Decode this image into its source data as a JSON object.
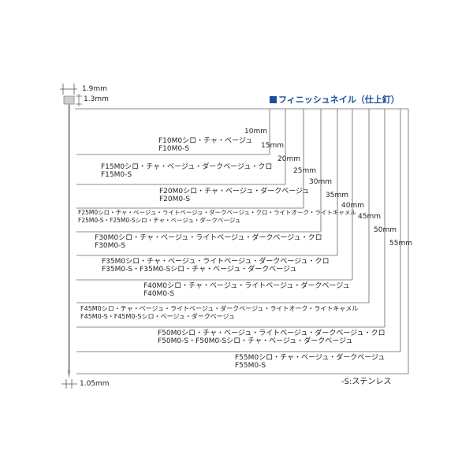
{
  "title": "フィニッシュネイル（仕上釘）",
  "dims": {
    "head_width": "1.9mm",
    "head_thickness": "1.3mm",
    "shank_dia": "1.05mm"
  },
  "legend_note": "-S:ステンレス",
  "rows": [
    {
      "length": "10mm",
      "line1": "F10M0シロ・チャ・ベージュ",
      "line2": "F10M0-S"
    },
    {
      "length": "15mm",
      "line1": "F15M0シロ・チャ・ベージュ・ダークベージュ・クロ",
      "line2": "F15M0-S"
    },
    {
      "length": "20mm",
      "line1": "F20M0シロ・チャ・ベージュ・ダークベージュ",
      "line2": "F20M0-S"
    },
    {
      "length": "25mm",
      "line1": "F25M0シロ・チャ・ベージュ・ライトベージュ・ダークベージュ・クロ・ライトオーク・ライトキャメル",
      "line2": "F25M0-S・F25M0-Sシロ・チャ・ベージュ・ダークベージュ"
    },
    {
      "length": "30mm",
      "line1": "F30M0シロ・チャ・ベージュ・ライトベージュ・ダークベージュ・クロ",
      "line2": "F30M0-S"
    },
    {
      "length": "35mm",
      "line1": "F35M0シロ・チャ・ベージュ・ライトベージュ・ダークベージュ・クロ",
      "line2": "F35M0-S・F35M0-Sシロ・チャ・ベージュ・ダークベージュ"
    },
    {
      "length": "40mm",
      "line1": "F40M0シロ・チャ・ベージュ・ライトベージュ・ダークベージュ",
      "line2": "F40M0-S"
    },
    {
      "length": "45mm",
      "line1": "F45M0シロ・チャ・ベージュ・ライトベージュ・ダークベージュ・ライトオーク・ライトキャメル",
      "line2": "F45M0-S・F45M0-Sシロ・ベージュ・ダークベージュ"
    },
    {
      "length": "50mm",
      "line1": "F50M0シロ・チャ・ベージュ・ライトベージュ・ダークベージュ・クロ",
      "line2": "F50M0-S・F50M0-Sシロ・チャ・ベージュ・ダークベージュ"
    },
    {
      "length": "55mm",
      "line1": "F55M0シロ・チャ・ベージュ・ダークベージュ",
      "line2": "F55M0-S"
    }
  ]
}
